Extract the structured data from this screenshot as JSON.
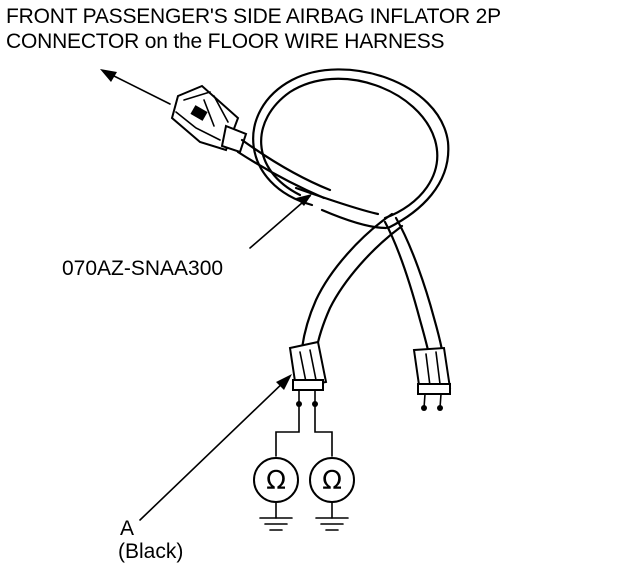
{
  "title": {
    "line1": "FRONT PASSENGER'S SIDE AIRBAG INFLATOR 2P",
    "line2": "CONNECTOR on the FLOOR WIRE HARNESS"
  },
  "labels": {
    "part_number": "070AZ-SNAA300",
    "callout_a": "A",
    "callout_a_note": "(Black)"
  },
  "meter": {
    "symbol": "Ω"
  }
}
